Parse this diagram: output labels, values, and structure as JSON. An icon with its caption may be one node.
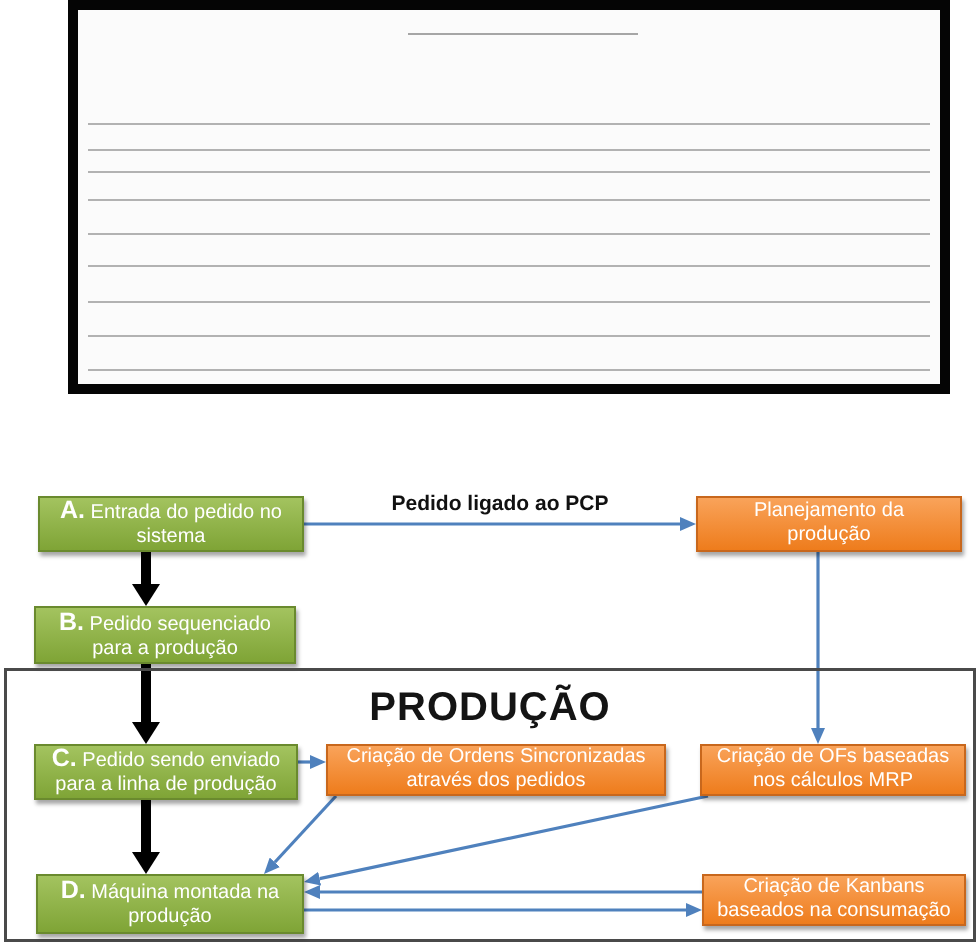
{
  "diagram": {
    "nodes": [
      {
        "text": [],
        "shape": "picture"
      },
      {
        "text": [
          "**A.** Entrada do pedido no sistema"
        ]
      },
      {
        "text": [
          "Planejamento da produção"
        ]
      },
      {
        "text": [
          "**B.** Pedido sequenciado para a produção"
        ]
      },
      {
        "text": [
          "PRODUÇÃO"
        ]
      },
      {
        "text": [
          "**C.** Pedido sendo enviado para a linha de produção"
        ],
        "in": 4
      },
      {
        "text": [
          "Criação de Ordens Sincronizadas através dos pedidos"
        ],
        "in": 4
      },
      {
        "text": [
          "Criação de OFs baseadas nos cálculos MRP"
        ],
        "in": 4
      },
      {
        "text": [
          "**D.** Máquina montada na produção"
        ],
        "in": 4
      },
      {
        "text": [
          "Criação de Kanbans baseados na consumação"
        ],
        "in": 4
      }
    ],
    "edges": [
      {
        "from": 1,
        "to": 2,
        "arrow": "to",
        "label": "Pedido ligado ao PCP"
      },
      {
        "from": 1,
        "to": 3,
        "arrow": "to",
        "style": "thick",
        "color": "#000000"
      },
      {
        "from": 3,
        "to": 5,
        "arrow": "to",
        "style": "thick",
        "color": "#000000"
      },
      {
        "from": 2,
        "to": 7,
        "arrow": "to"
      },
      {
        "from": 5,
        "to": 6,
        "arrow": "to"
      },
      {
        "from": 5,
        "to": 8,
        "arrow": "to",
        "style": "thick",
        "color": "#000000"
      },
      {
        "from": 6,
        "to": 8,
        "arrow": "to"
      },
      {
        "from": 7,
        "to": 8,
        "arrow": "to"
      },
      {
        "from": 9,
        "to": 8,
        "arrow": "to"
      },
      {
        "from": 8,
        "to": 9,
        "arrow": "to"
      }
    ]
  }
}
